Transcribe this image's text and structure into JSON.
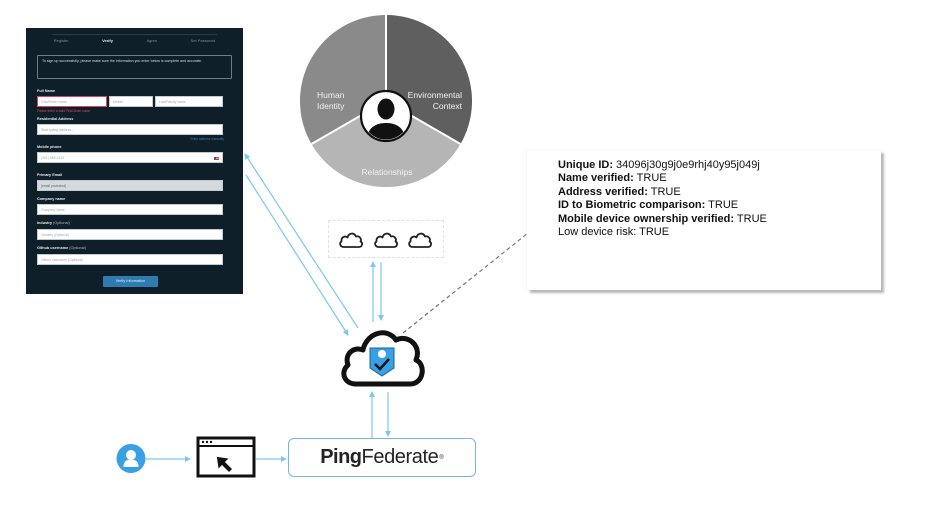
{
  "form": {
    "steps": [
      "Register",
      "Verify",
      "Agree",
      "Set Password"
    ],
    "active_step": "Verify",
    "notice": "To sign up successfully, please make sure the information you enter below is complete and accurate.",
    "full_name_label": "Full Name",
    "first_name_placeholder": "First/Given name",
    "middle_placeholder": "Middle",
    "last_name_placeholder": "Last/Family name",
    "first_name_error": "Please enter a valid First/Given name",
    "address_label": "Residential Address",
    "address_placeholder": "Start typing address...",
    "address_link": "Enter address manually",
    "phone_label": "Mobile phone",
    "phone_placeholder": "(201) 555-0123",
    "email_label": "Primary Email",
    "email_value": "[email protected]",
    "company_label": "Company name",
    "company_placeholder": "Company name",
    "industry_label": "Industry",
    "industry_optional": "(Optional)",
    "industry_placeholder": "Industry (Optional)",
    "github_label": "Github username",
    "github_optional": "(Optional)",
    "github_placeholder": "Github username (Optional)",
    "verify_button": "Verify Information"
  },
  "wheel": {
    "segments": [
      "Human Identity",
      "Environmental Context",
      "Relationships"
    ],
    "segment_lines": [
      [
        "Human",
        "Identity"
      ],
      [
        "Environmental",
        "Context"
      ],
      [
        "Relationships"
      ]
    ],
    "center_icon": "person-silhouette-icon",
    "colors": {
      "human": "#8a8a8a",
      "environmental": "#5f5f5f",
      "relationships": "#b5b5b5"
    }
  },
  "cloud_services": {
    "count": 3,
    "icon": "cloud-outline-icon"
  },
  "info": {
    "lines": [
      {
        "key": "Unique ID:",
        "value": " 34096j30g9j0e9rhj40y95j049j"
      },
      {
        "key": "Name verified:",
        "value": " TRUE"
      },
      {
        "key": "Address verified:",
        "value": " TRUE"
      },
      {
        "key": "ID to Biometric comparison:",
        "value": " TRUE"
      },
      {
        "key": "Mobile device ownership verified:",
        "value": " TRUE"
      },
      {
        "key": "",
        "value": "Low device risk: TRUE"
      }
    ]
  },
  "flow": {
    "user_icon": "user-circle-icon",
    "browser_icon": "browser-click-icon",
    "hub_icon": "secure-cloud-icon",
    "ping_strong": "Ping",
    "ping_light": "Federate",
    "ping_reg": "®"
  },
  "colors": {
    "arrow": "#7cc8f2",
    "panel": "#0f1f2a",
    "accent": "#2f7db0",
    "user": "#3aa0e6"
  }
}
